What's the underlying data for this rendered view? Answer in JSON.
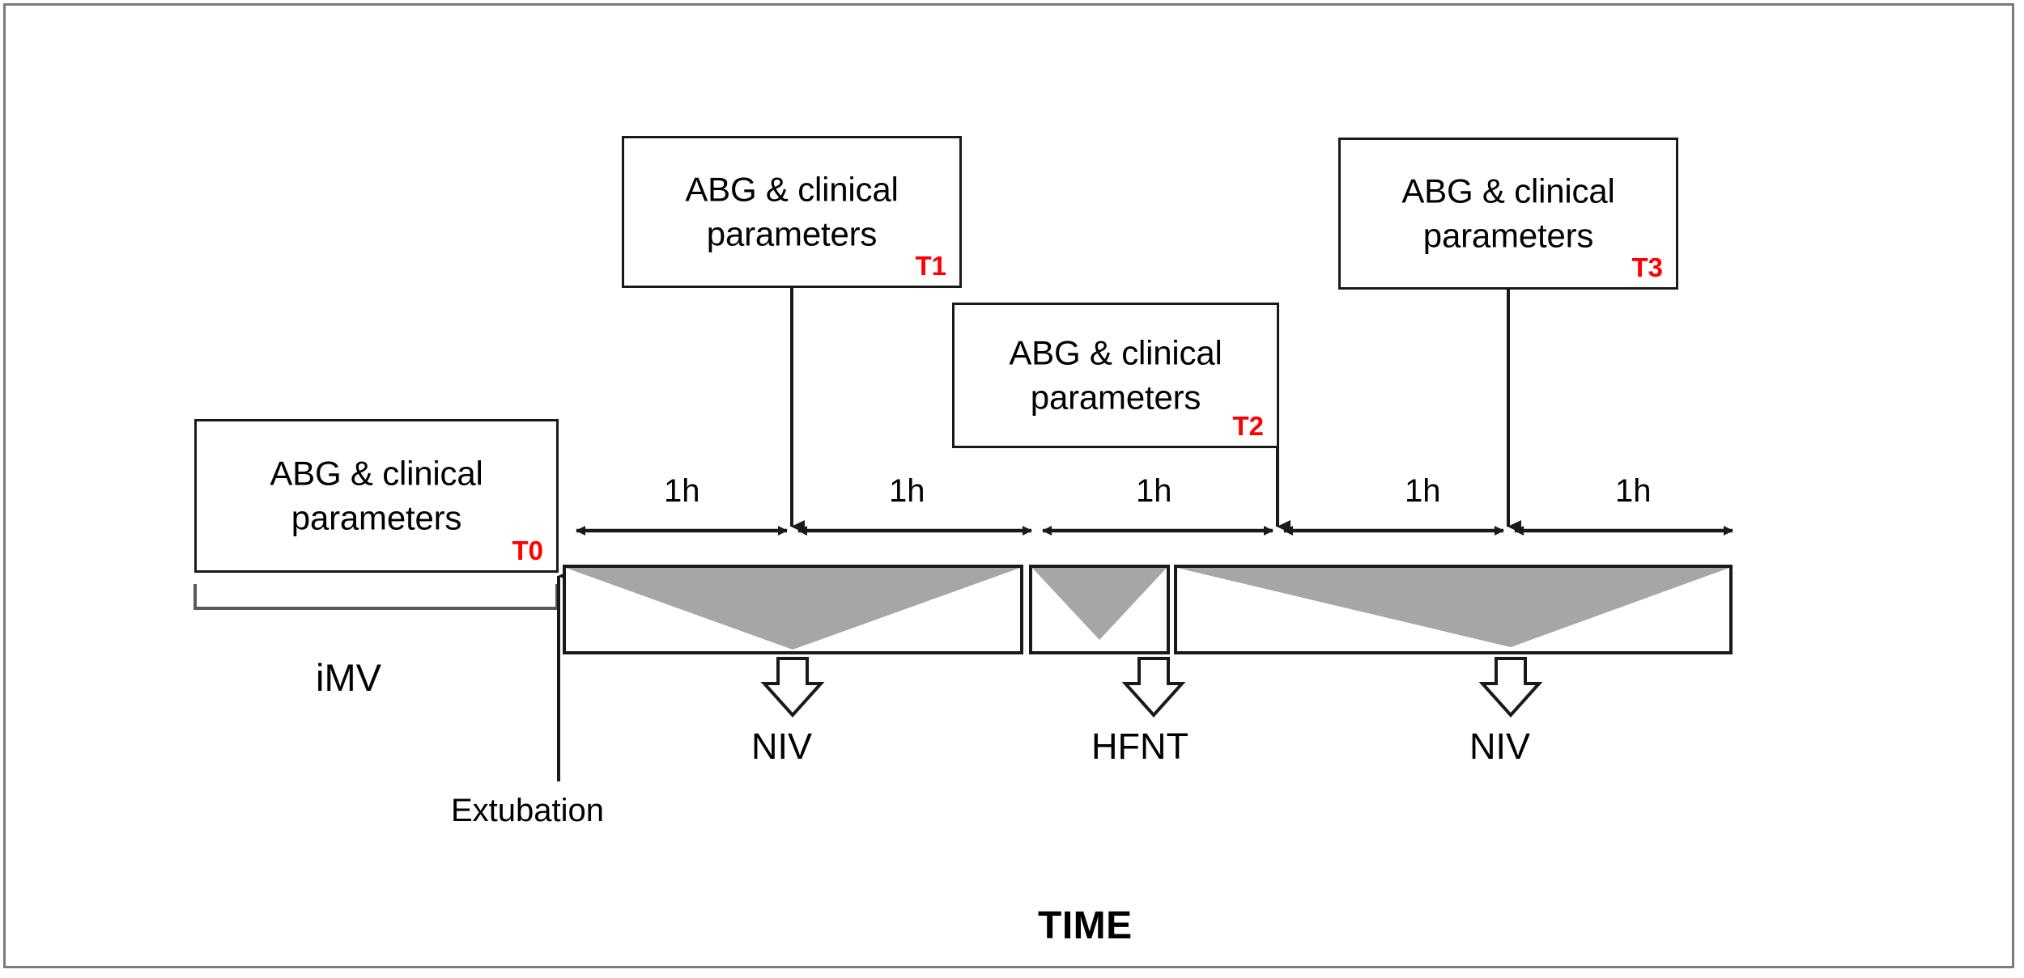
{
  "figure": {
    "title_label": "TIME",
    "colors": {
      "frame": "#7b7b7b",
      "stroke": "#1a1a1a",
      "tag_red": "#ff0000",
      "wedge_gray": "#a6a6a6",
      "background": "#ffffff"
    }
  },
  "assessment_boxes": [
    {
      "id": "T0",
      "line1": "ABG & clinical",
      "line2": "parameters",
      "tag": "T0"
    },
    {
      "id": "T1",
      "line1": "ABG & clinical",
      "line2": "parameters",
      "tag": "T1"
    },
    {
      "id": "T2",
      "line1": "ABG & clinical",
      "line2": "parameters",
      "tag": "T2"
    },
    {
      "id": "T3",
      "line1": "ABG & clinical",
      "line2": "parameters",
      "tag": "T3"
    }
  ],
  "timeline": {
    "interval_labels": [
      "1h",
      "1h",
      "1h",
      "1h",
      "1h"
    ]
  },
  "phases": {
    "pre_extubation_label": "iMV",
    "extubation_label": "Extubation",
    "therapy_labels": [
      "NIV",
      "HFNT",
      "NIV"
    ]
  }
}
